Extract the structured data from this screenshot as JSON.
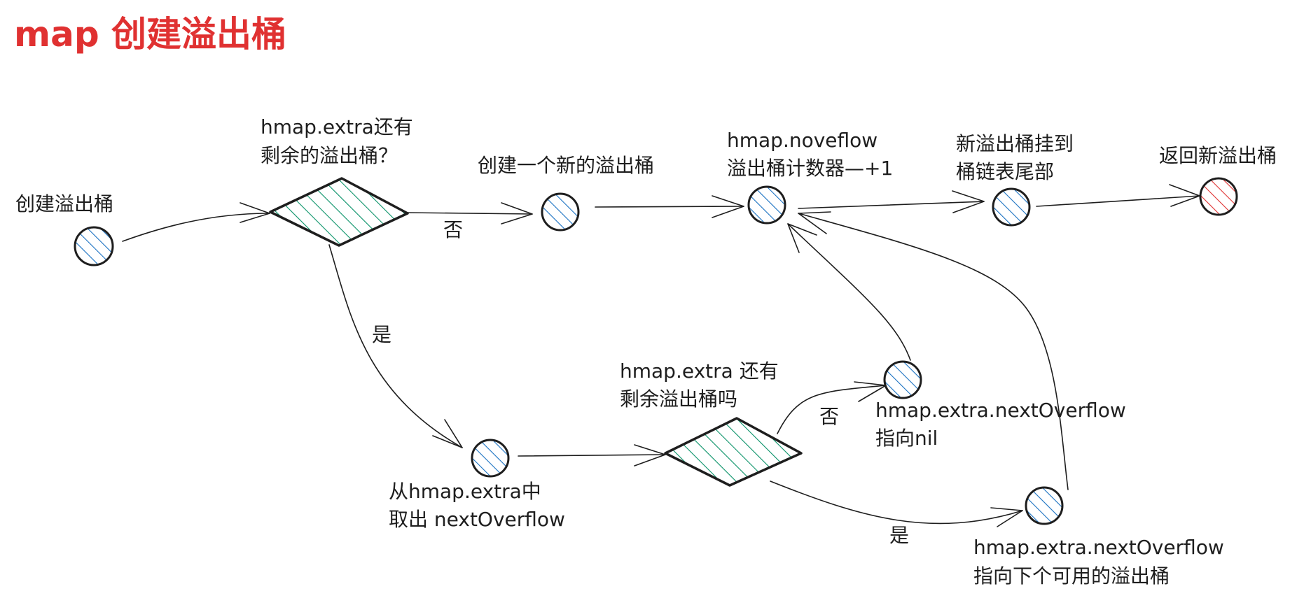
{
  "title": "map 创建溢出桶",
  "colors": {
    "title": "#e03131",
    "stroke": "#1e1e1e",
    "blue_hatch": "#1971c2",
    "green_hatch": "#099268",
    "red_hatch": "#e03131"
  },
  "nodes": {
    "start": {
      "label_lines": [
        "创建溢出桶"
      ],
      "shape": "circle",
      "hatch": "blue"
    },
    "check_extra": {
      "label_lines": [
        "hmap.extra还有",
        "剩余的溢出桶？"
      ],
      "shape": "diamond",
      "hatch": "green"
    },
    "create_new": {
      "label_lines": [
        "创建一个新的溢出桶"
      ],
      "shape": "circle",
      "hatch": "blue"
    },
    "noverflow": {
      "label_lines": [
        "hmap.noveflow",
        "溢出桶计数器—+1"
      ],
      "shape": "circle",
      "hatch": "blue"
    },
    "attach": {
      "label_lines": [
        "新溢出桶挂到",
        "桶链表尾部"
      ],
      "shape": "circle",
      "hatch": "blue"
    },
    "return_new": {
      "label_lines": [
        "返回新溢出桶"
      ],
      "shape": "circle",
      "hatch": "red"
    },
    "take_next": {
      "label_lines": [
        "从hmap.extra中",
        "取出 nextOverflow"
      ],
      "shape": "circle",
      "hatch": "blue"
    },
    "check_remaining": {
      "label_lines": [
        "hmap.extra 还有",
        "剩余溢出桶吗"
      ],
      "shape": "diamond",
      "hatch": "green"
    },
    "point_nil": {
      "label_lines": [
        "hmap.extra.nextOverflow",
        "指向nil"
      ],
      "shape": "circle",
      "hatch": "blue"
    },
    "point_next": {
      "label_lines": [
        "hmap.extra.nextOverflow",
        "指向下个可用的溢出桶"
      ],
      "shape": "circle",
      "hatch": "blue"
    }
  },
  "edges": [
    {
      "from": "start",
      "to": "check_extra",
      "label": ""
    },
    {
      "from": "check_extra",
      "to": "create_new",
      "label": "否"
    },
    {
      "from": "create_new",
      "to": "noverflow",
      "label": ""
    },
    {
      "from": "noverflow",
      "to": "attach",
      "label": ""
    },
    {
      "from": "attach",
      "to": "return_new",
      "label": ""
    },
    {
      "from": "check_extra",
      "to": "take_next",
      "label": "是"
    },
    {
      "from": "take_next",
      "to": "check_remaining",
      "label": ""
    },
    {
      "from": "check_remaining",
      "to": "point_nil",
      "label": "否"
    },
    {
      "from": "check_remaining",
      "to": "point_next",
      "label": "是"
    },
    {
      "from": "point_nil",
      "to": "noverflow",
      "label": ""
    },
    {
      "from": "point_next",
      "to": "noverflow",
      "label": ""
    }
  ]
}
